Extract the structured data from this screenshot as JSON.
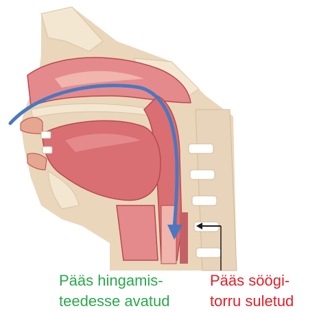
{
  "colors": {
    "skin": "#ead6bb",
    "bone": "#f3e7d2",
    "tissue": "#d96f72",
    "tissue_dark": "#b9494e",
    "cavity": "#f0b5ad",
    "airflow_arrow": "#4a78c0",
    "pointer_arrow": "#1a1a1a",
    "left_caption": "#2aa84a",
    "right_caption": "#e21e26"
  },
  "captions": {
    "left": {
      "line1": "Pääs hingamis-",
      "line2": "teedesse avatud"
    },
    "right": {
      "line1": "Pääs söögi-",
      "line2": "torru suletud"
    }
  },
  "icons": {
    "airflow": "curved-arrow",
    "pointer": "left-arrow"
  }
}
